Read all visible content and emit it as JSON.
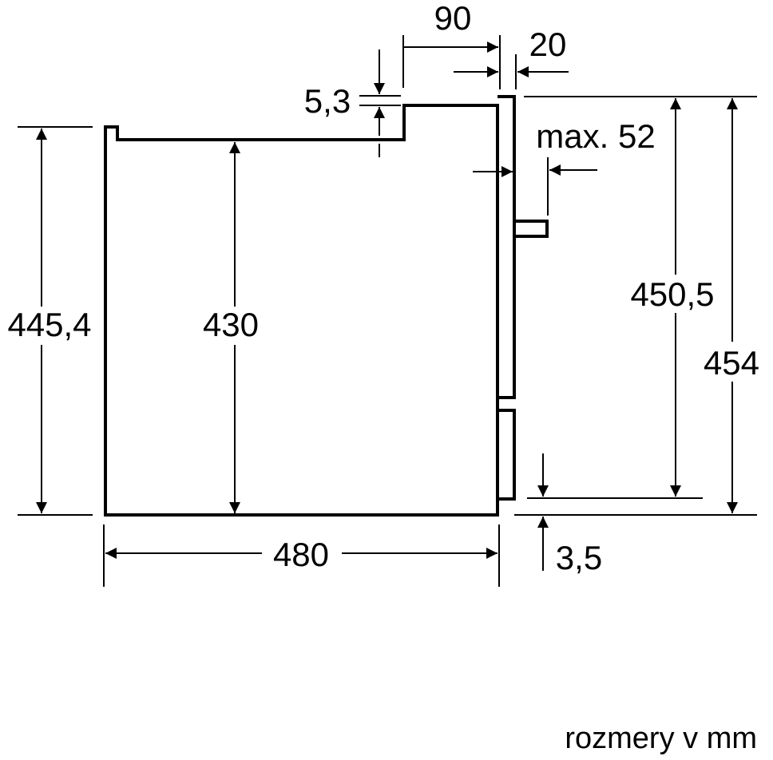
{
  "colors": {
    "line": "#000000",
    "background": "#ffffff"
  },
  "dimensions": {
    "top_width": "90",
    "side_offset": "20",
    "top_step": "5,3",
    "max_handle": "max. 52",
    "left_height": "445,4",
    "inner_height": "430",
    "door_height": "450,5",
    "total_height": "454",
    "width": "480",
    "bottom_gap": "3,5"
  },
  "footer": {
    "units_note": "rozmery v mm"
  }
}
